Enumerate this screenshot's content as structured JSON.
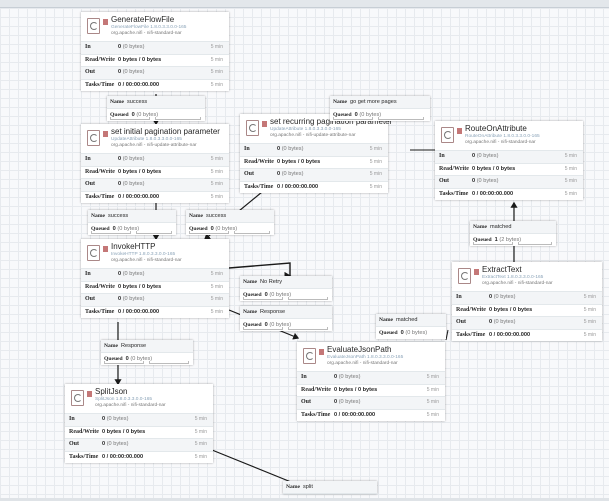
{
  "canvas": {
    "accent_stop": "#c47777",
    "edge_color": "#1a1a1a"
  },
  "labels": {
    "in": "In",
    "read_write": "Read/Write",
    "out": "Out",
    "tasks_time": "Tasks/Time",
    "name": "Name",
    "queued": "Queued"
  },
  "processors": [
    {
      "name": "GenerateFlowFile",
      "type": "GenerateFlowFile 1.8.0.3.3.0.0-165",
      "bundle": "org.apache.nifi - nifi-standard-nar",
      "in": "0",
      "in_bytes": "(0 bytes)",
      "read_write": "0 bytes / 0 bytes",
      "out": "0",
      "out_bytes": "(0 bytes)",
      "tasks_time": "0 / 00:00:00.000",
      "in_time": "5 min",
      "rw_time": "5 min",
      "out_time": "5 min",
      "tasks_time_window": "5 min"
    },
    {
      "name": "set initial pagination parameter",
      "type": "UpdateAttribute 1.8.0.3.3.0.0-165",
      "bundle": "org.apache.nifi - nifi-update-attribute-nar",
      "in": "0",
      "in_bytes": "(0 bytes)",
      "read_write": "0 bytes / 0 bytes",
      "out": "0",
      "out_bytes": "(0 bytes)",
      "tasks_time": "0 / 00:00:00.000",
      "in_time": "5 min",
      "rw_time": "5 min",
      "out_time": "5 min",
      "tasks_time_window": "5 min"
    },
    {
      "name": "set recurring pagination parameter",
      "type": "UpdateAttribute 1.8.0.3.3.0.0-165",
      "bundle": "org.apache.nifi - nifi-update-attribute-nar",
      "in": "0",
      "in_bytes": "(0 bytes)",
      "read_write": "0 bytes / 0 bytes",
      "out": "0",
      "out_bytes": "(0 bytes)",
      "tasks_time": "0 / 00:00:00.000",
      "in_time": "5 min",
      "rw_time": "5 min",
      "out_time": "5 min",
      "tasks_time_window": "5 min"
    },
    {
      "name": "RouteOnAttribute",
      "type": "RouteOnAttribute 1.8.0.3.3.0.0-165",
      "bundle": "org.apache.nifi - nifi-standard-nar",
      "in": "0",
      "in_bytes": "(0 bytes)",
      "read_write": "0 bytes / 0 bytes",
      "out": "0",
      "out_bytes": "(0 bytes)",
      "tasks_time": "0 / 00:00:00.000",
      "in_time": "5 min",
      "rw_time": "5 min",
      "out_time": "5 min",
      "tasks_time_window": "5 min"
    },
    {
      "name": "InvokeHTTP",
      "type": "InvokeHTTP 1.8.0.3.3.0.0-165",
      "bundle": "org.apache.nifi - nifi-standard-nar",
      "in": "0",
      "in_bytes": "(0 bytes)",
      "read_write": "0 bytes / 0 bytes",
      "out": "0",
      "out_bytes": "(0 bytes)",
      "tasks_time": "0 / 00:00:00.000",
      "in_time": "5 min",
      "rw_time": "5 min",
      "out_time": "5 min",
      "tasks_time_window": "5 min"
    },
    {
      "name": "ExtractText",
      "type": "ExtractText 1.8.0.3.3.0.0-165",
      "bundle": "org.apache.nifi - nifi-standard-nar",
      "in": "0",
      "in_bytes": "(0 bytes)",
      "read_write": "0 bytes / 0 bytes",
      "out": "0",
      "out_bytes": "(0 bytes)",
      "tasks_time": "0 / 00:00:00.000",
      "in_time": "5 min",
      "rw_time": "5 min",
      "out_time": "5 min",
      "tasks_time_window": "5 min"
    },
    {
      "name": "EvaluateJsonPath",
      "type": "EvaluateJsonPath 1.8.0.3.3.0.0-165",
      "bundle": "org.apache.nifi - nifi-standard-nar",
      "in": "0",
      "in_bytes": "(0 bytes)",
      "read_write": "0 bytes / 0 bytes",
      "out": "0",
      "out_bytes": "(0 bytes)",
      "tasks_time": "0 / 00:00:00.000",
      "in_time": "5 min",
      "rw_time": "5 min",
      "out_time": "5 min",
      "tasks_time_window": "5 min"
    },
    {
      "name": "SplitJson",
      "type": "SplitJson 1.8.0.3.3.0.0-165",
      "bundle": "org.apache.nifi - nifi-standard-nar",
      "in": "0",
      "in_bytes": "(0 bytes)",
      "read_write": "0 bytes / 0 bytes",
      "out": "0",
      "out_bytes": "(0 bytes)",
      "tasks_time": "0 / 00:00:00.000",
      "in_time": "5 min",
      "rw_time": "5 min",
      "out_time": "5 min",
      "tasks_time_window": "5 min"
    }
  ],
  "connections": [
    {
      "name": "success",
      "queued": "0",
      "queued_bytes": "(0 bytes)"
    },
    {
      "name": "success",
      "queued": "0",
      "queued_bytes": "(0 bytes)"
    },
    {
      "name": "success",
      "queued": "0",
      "queued_bytes": "(0 bytes)"
    },
    {
      "name": "go get more pages",
      "queued": "0",
      "queued_bytes": "(0 bytes)"
    },
    {
      "name": "matched",
      "queued": "1",
      "queued_bytes": "(2 bytes)"
    },
    {
      "name": "No Retry",
      "queued": "0",
      "queued_bytes": "(0 bytes)"
    },
    {
      "name": "Response",
      "queued": "0",
      "queued_bytes": "(0 bytes)"
    },
    {
      "name": "matched",
      "queued": "0",
      "queued_bytes": "(0 bytes)"
    },
    {
      "name": "Response",
      "queued": "0",
      "queued_bytes": "(0 bytes)"
    },
    {
      "name": "split",
      "queued": "",
      "queued_bytes": ""
    }
  ]
}
